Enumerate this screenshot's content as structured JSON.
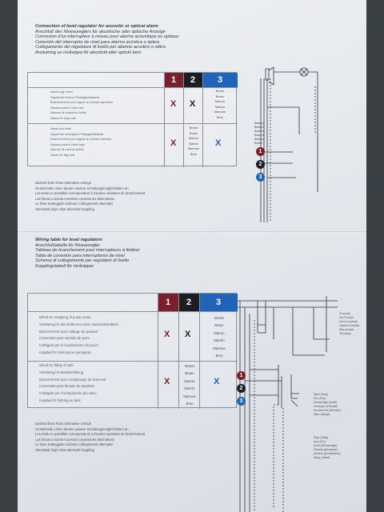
{
  "top_section": {
    "titles": [
      "Connection of level regulator for acoustic or optical alarm",
      "Anschluß des Niveaureglers für akustische oder optische Anzeige",
      "Connexion d'un interrupteur à niveau pour alarme acoustique ou optique",
      "Conexión del interruptor de nivel para alarma acústica u óptica",
      "Collegamento del regolatore di livello per allarme acustico o ottico",
      "Anslutning av nivåvippa för akustiskt eller optiskt larm"
    ],
    "column_headers": [
      "1",
      "2",
      "3"
    ],
    "group1_rows": [
      "Alarm high level",
      "Signal bei hohem Flüssigkeitsstand",
      "Branchement pour signal au niveau supérieur",
      "Alarma para el nivel alto",
      "Allarme di massimo livello",
      "Alarm för hög nivå"
    ],
    "group1_marks": [
      "X",
      "X"
    ],
    "group1_wires": [
      "Brown",
      "Braun",
      "Marron",
      "Marrón",
      "Marrone",
      "Brun"
    ],
    "group2_rows": [
      "Alarm low level",
      "Signal bei niedrigem Flüssigkeitsstand",
      "Branchement pour signal au niveau inférieur",
      "Alarma para el nivel bajo",
      "Allarme di minimo livello",
      "Alarm för låg nivå"
    ],
    "group2_marks": [
      "X",
      "X"
    ],
    "group2_wires": [
      "Brown",
      "Braun",
      "Marron",
      "Marrón",
      "Marrone",
      "Brun"
    ],
    "notes": [
      "Dashed lines show alternative wirings",
      "Gestrichelte Linien deuten weitere Schaltungsmöglichkeiten an",
      "Les traits en pointillés correspondent à d'autres variantes de branchement",
      "Las líneas a trazos muestran conexiones alternativas",
      "Le linee tratteggiate indicano collegamenti alternativi",
      "Streckade linjer visar alternativ koppling"
    ],
    "diagram_labels": [
      "Battery",
      "Batterie",
      "Batterie",
      "Batería",
      "Batteria",
      "Batteri"
    ],
    "badges": [
      "1",
      "2",
      "3"
    ]
  },
  "bottom_section": {
    "titles": [
      "Wiring table for level regulators",
      "Anschlußtabelle für Niveauregler",
      "Tableau de branchement pour interrupteurs à flotteur",
      "Tabla de conexión para interruptores de nivel",
      "Schema di collegamento per regolatori di livello",
      "Kopplingstabell för nivåvippor"
    ],
    "column_headers": [
      "1",
      "2",
      "3"
    ],
    "group1_rows": [
      "Wired for emptying of pump sump",
      "Schaltung für das Entleeren eines Sammelbehälters",
      "Branchement pour vidange de puisard",
      "Conectado para vaciado de pozo",
      "Collegato per lo svuotamento dei pozzi",
      "Kopplad för tömning av pumpgrop"
    ],
    "group1_marks": [
      "X",
      "X"
    ],
    "group1_wires": [
      "Brown",
      "Braun",
      "Marron",
      "Marrón",
      "Marrone",
      "Brun"
    ],
    "group2_rows": [
      "Wired for filling of tank",
      "Schaltung für Behälterfüllung",
      "Branchement pour remplissage de réservoir",
      "Conectado para llenado de depósito",
      "Collegato per il riempimento dei vasci",
      "Kopplad för fyllning av tank"
    ],
    "group2_marks": [
      "X",
      "X"
    ],
    "group2_wires": [
      "Brown",
      "Braun",
      "Marron",
      "Marrón",
      "Marrone",
      "Brun"
    ],
    "notes": [
      "Dashed lines show alternative wirings",
      "Gestrichelte Linien deuten weitere Schaltungsmöglichkeiten an",
      "Les traits en pointillés correspondent à d'autres variantes de branchement",
      "Las líneas a trazos muestran conexiones alternativas",
      "Le linee tratteggiate indicano collegamenti alternativi",
      "Streckade linjer visar alternativ koppling"
    ],
    "pump_labels": [
      "To pump",
      "Zur Pumpe",
      "Vers la pompe",
      "Hacia la bomba",
      "Alla pompa",
      "Till pump"
    ],
    "start_labels": [
      "Start (Stop)",
      "Ein (Aus)",
      "Démarrage (Arrêt)",
      "Arranque (Parada)",
      "Avviamento (Arresto)",
      "Start (Stopp)"
    ],
    "stop_labels": [
      "Stop (Start)",
      "Aus (Ein)",
      "Arrêt (Démarrage)",
      "Parada (Arranque)",
      "Arresto (Avviamento)",
      "Stopp (Start)"
    ],
    "badges": [
      "1",
      "2",
      "3"
    ]
  },
  "colors": {
    "header_1": "#7b1f2c",
    "header_2": "#1b1d22",
    "header_3": "#1f64b8",
    "cross_red": "#7b1f2c",
    "cross_black": "#1b1d22",
    "cross_blue": "#1f64b8"
  }
}
